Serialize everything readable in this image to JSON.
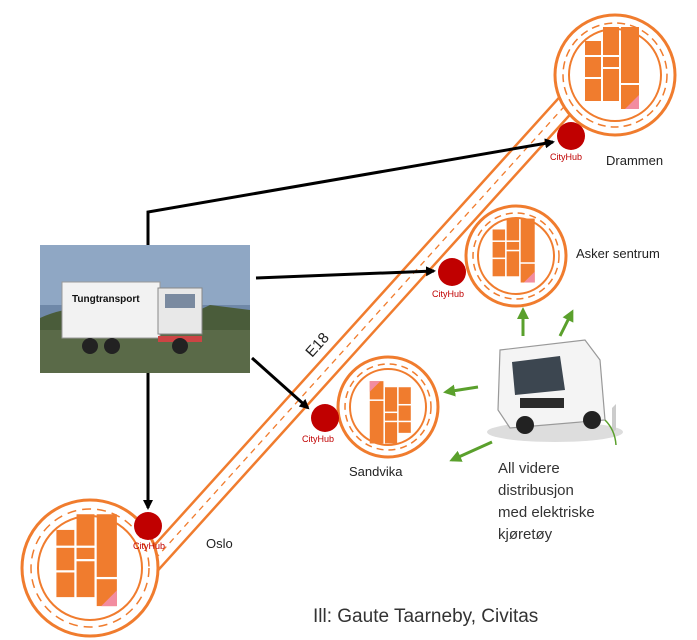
{
  "road_label": "E18",
  "hub_tag": "CityHub",
  "locations": {
    "drammen": "Drammen",
    "asker": "Asker sentrum",
    "sandvika": "Sandvika",
    "oslo": "Oslo"
  },
  "truck_sign": "Tungtransport",
  "description_lines": [
    "All videre",
    "distribusjon",
    "med elektriske",
    "kjøretøy"
  ],
  "caption": "Ill: Gaute Taarneby, Civitas",
  "colors": {
    "accent_orange": "#f07c2e",
    "hub_red": "#c00000",
    "arrow_black": "#000000",
    "arrow_green": "#5aa02c"
  },
  "icons": [
    "truck-photo",
    "electric-van-photo",
    "city-block-icon",
    "city-hub-marker"
  ]
}
